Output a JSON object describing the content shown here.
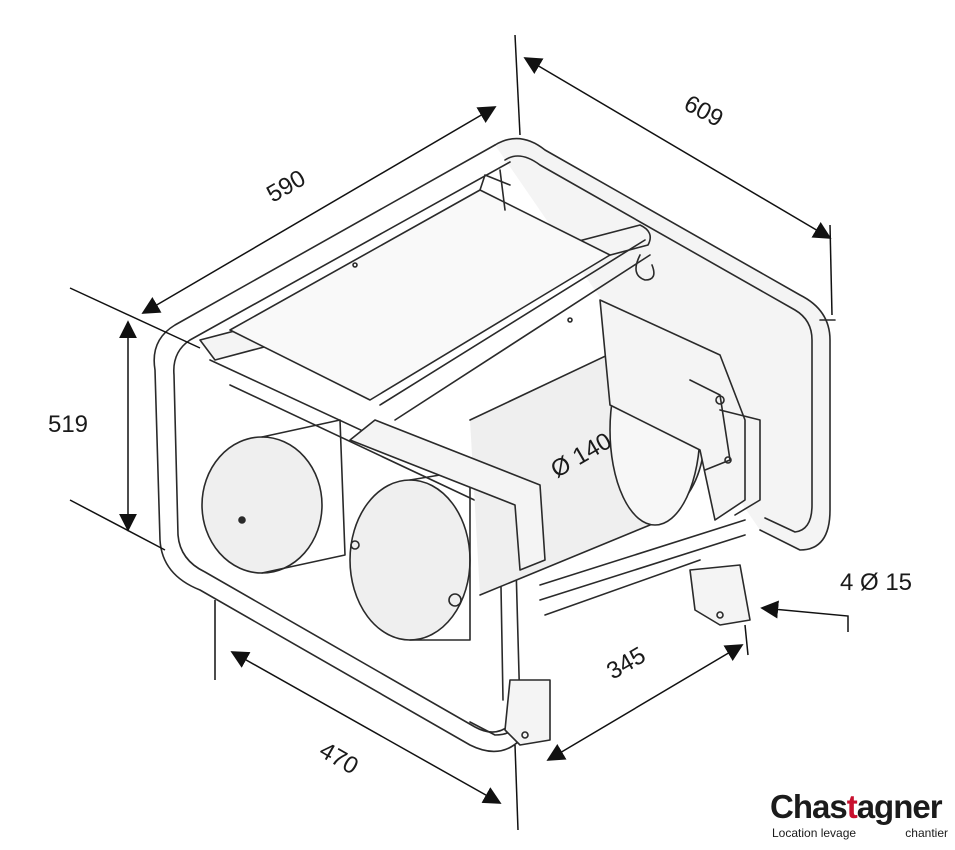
{
  "dimensions": {
    "width_590": "590",
    "depth_609": "609",
    "height_519": "519",
    "base_470": "470",
    "base_345": "345",
    "drum_diameter": "Ø 140",
    "holes": "4 Ø 15"
  },
  "logo": {
    "name_part1": "Chas",
    "name_t": "t",
    "name_part2": "agner",
    "tagline_left": "Location levage",
    "tagline_right": "chantier",
    "accent_color": "#c8102e"
  },
  "colors": {
    "line": "#2a2a2a",
    "frame_fill": "#f4f4f4",
    "drum_fill": "#efefef"
  }
}
